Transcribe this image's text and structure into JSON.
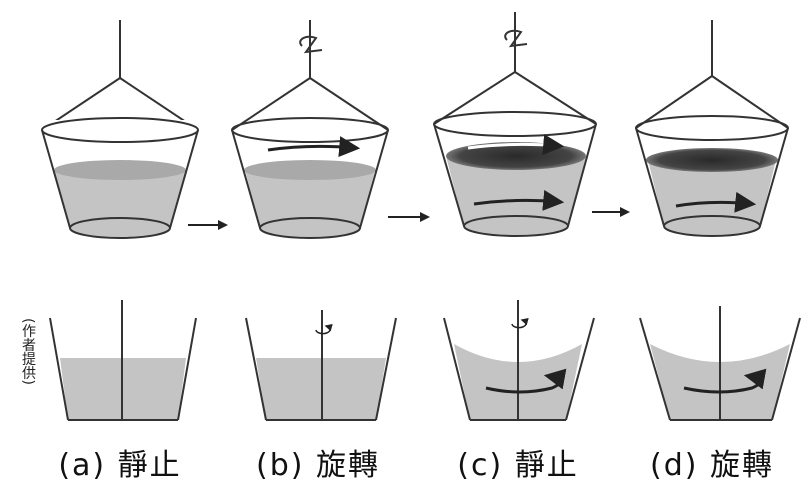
{
  "captions": [
    {
      "label": "(a)",
      "state": "靜止"
    },
    {
      "label": "(b)",
      "state": "旋轉"
    },
    {
      "label": "(c)",
      "state": "靜止"
    },
    {
      "label": "(d)",
      "state": "旋轉"
    }
  ],
  "credit": "(作者提供)",
  "colors": {
    "line": "#333333",
    "water": "#c4c4c4",
    "water_surface_calm": "#a9a9a9",
    "water_surface_dark": "#3a3a3a",
    "arrow": "#222222"
  },
  "icons": [
    "rope-twist-icon",
    "rotation-arrow-icon",
    "flow-arrow-icon",
    "step-arrow-icon"
  ]
}
